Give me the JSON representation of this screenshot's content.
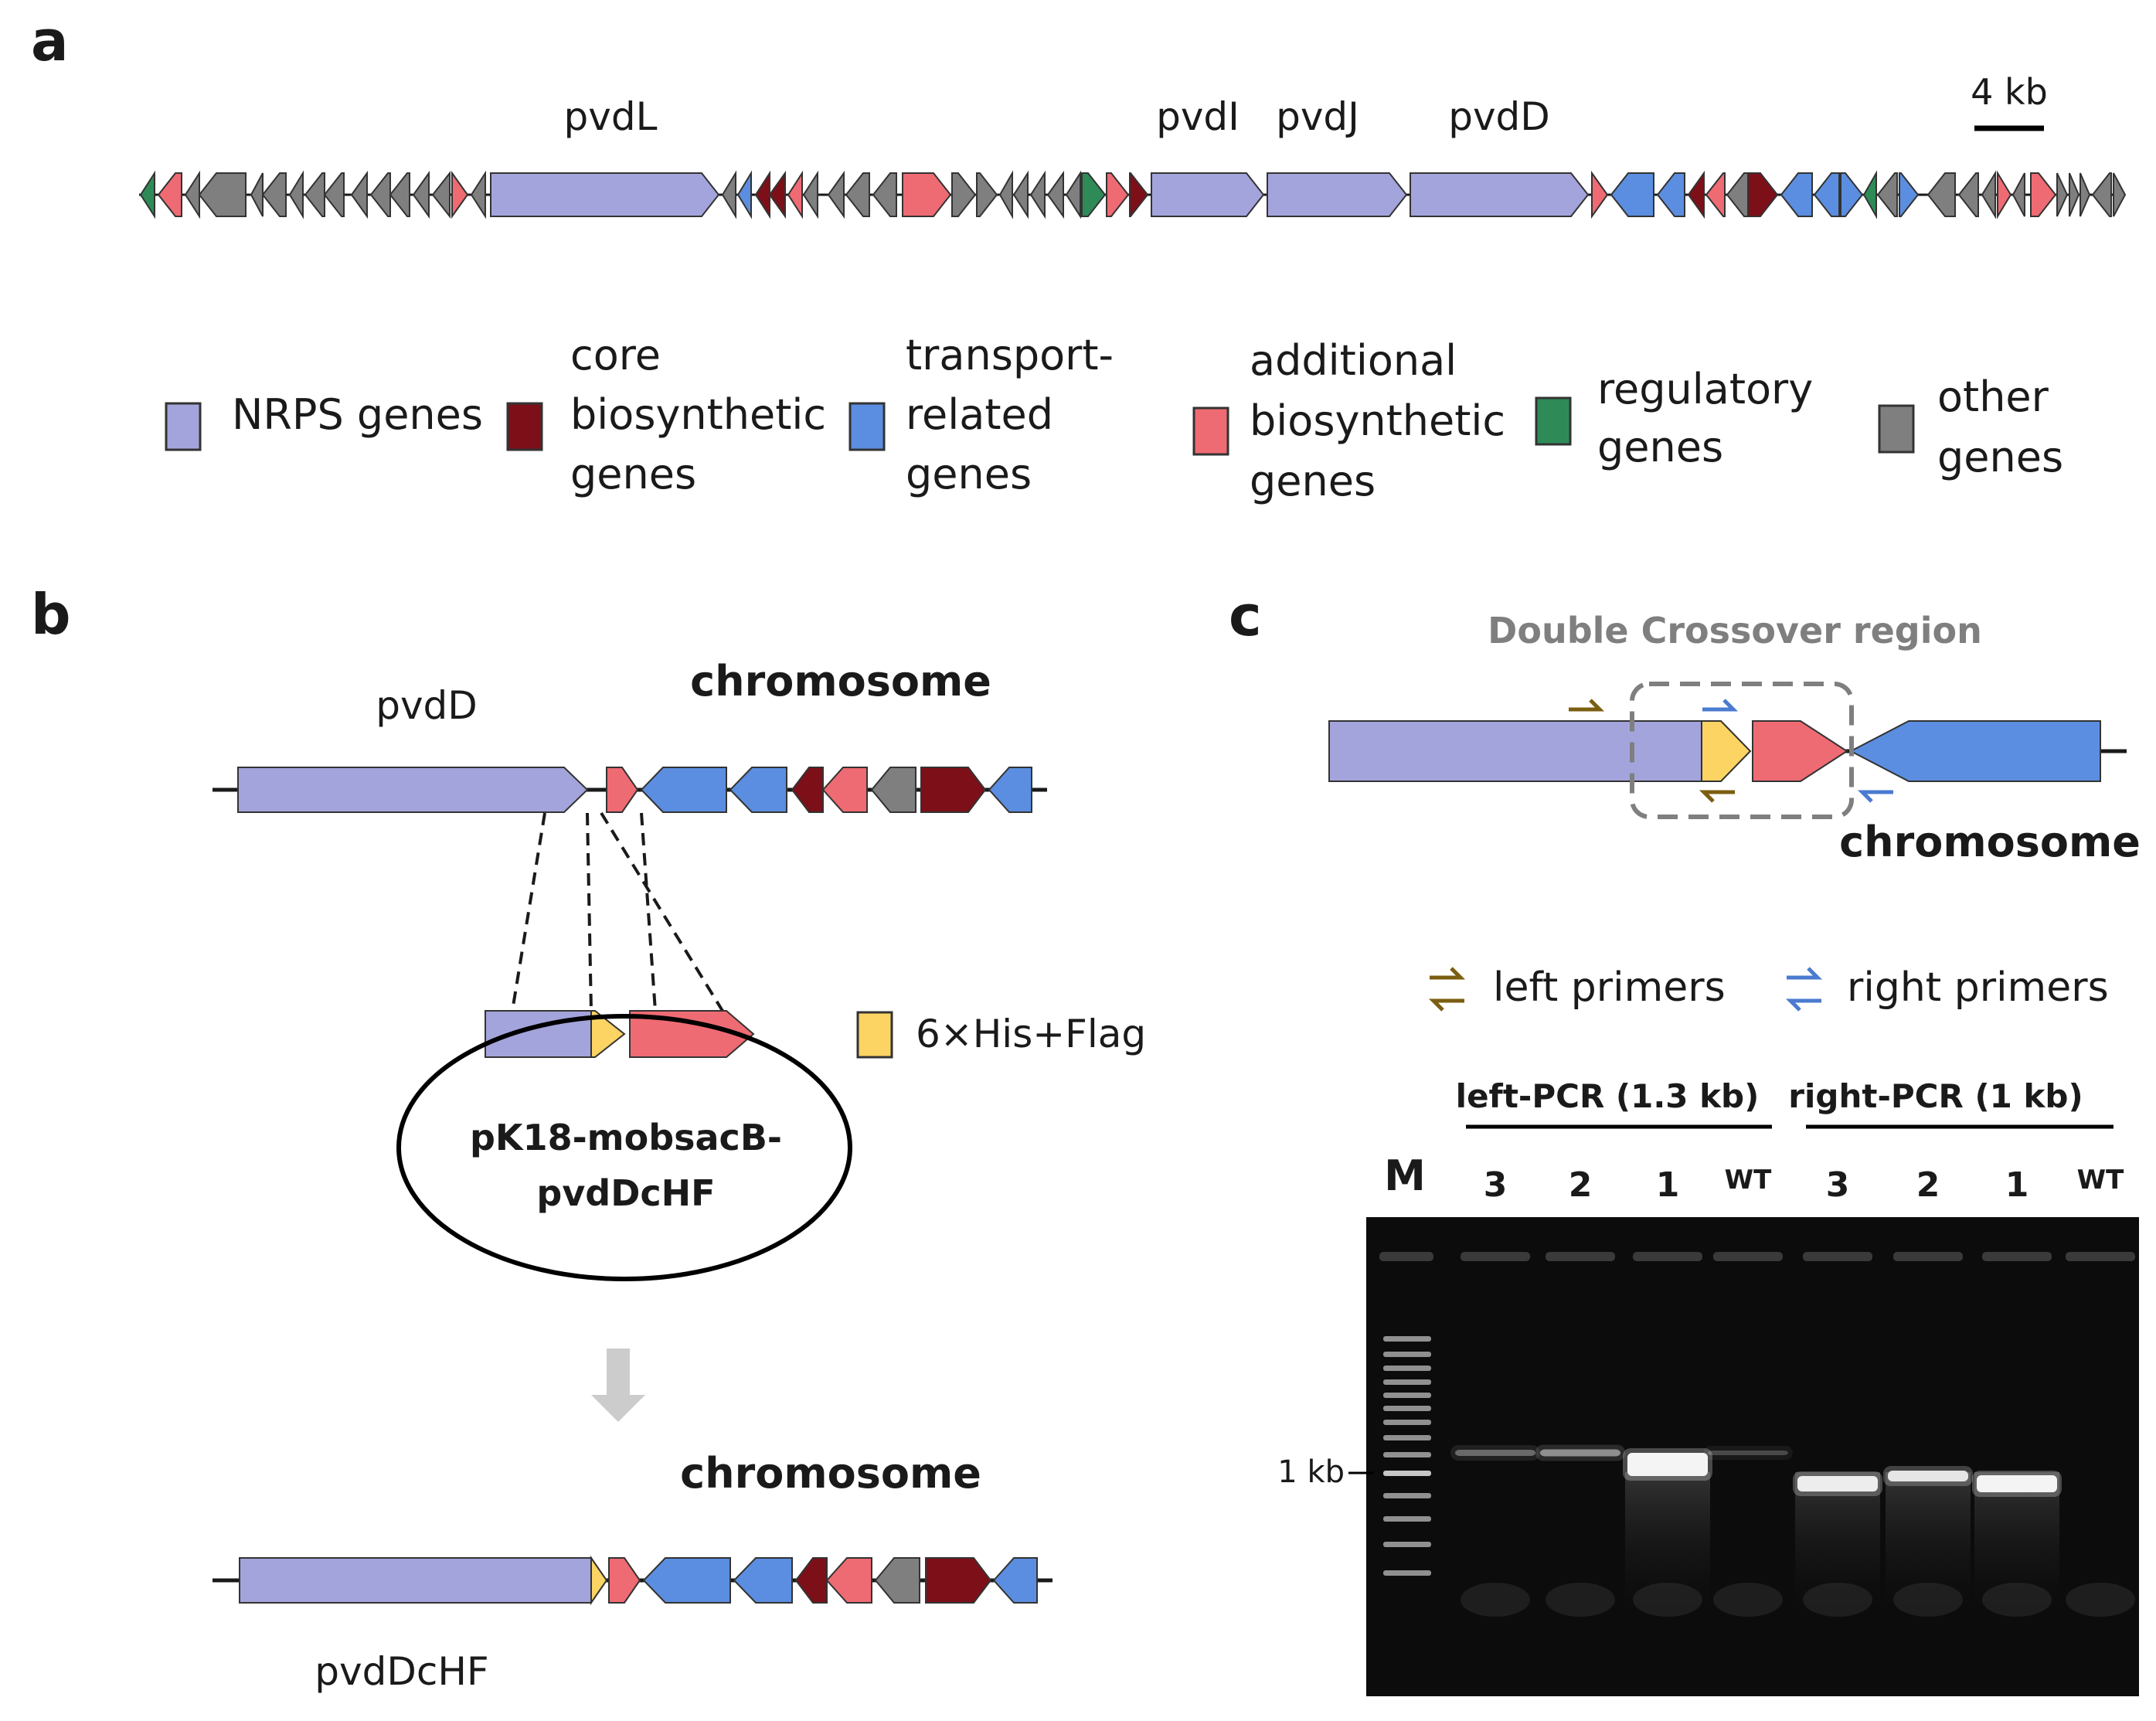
{
  "colors": {
    "nrps": "#a4a4dc",
    "core": "#7d0f18",
    "transport": "#5b8ee0",
    "additional": "#ef6b73",
    "regulatory": "#2e8b57",
    "other": "#7f7f7f",
    "tag": "#fcd463",
    "primer_left": "#7b5e10",
    "primer_right": "#4a7bd0",
    "gel_bg": "#0c0c0c",
    "arrow_grey": "#cccccc",
    "dashed_box": "#7f7f7f"
  },
  "panel_a": {
    "letter": "a",
    "gene_labels": [
      "pvdL",
      "pvdI",
      "pvdJ",
      "pvdD"
    ],
    "scale_label": "4 kb",
    "legend": [
      {
        "key": "nrps",
        "lines": [
          "NRPS genes"
        ]
      },
      {
        "key": "core",
        "lines": [
          "core",
          "biosynthetic",
          "genes"
        ]
      },
      {
        "key": "transport",
        "lines": [
          "transport-",
          "related",
          "genes"
        ]
      },
      {
        "key": "additional",
        "lines": [
          "additional",
          "biosynthetic",
          "genes"
        ]
      },
      {
        "key": "regulatory",
        "lines": [
          "regulatory",
          "genes"
        ]
      },
      {
        "key": "other",
        "lines": [
          "other",
          "genes"
        ]
      }
    ]
  },
  "panel_b": {
    "letter": "b",
    "pvdD_label": "pvdD",
    "chromosome_label": "chromosome",
    "tag_legend": "6×His+Flag",
    "plasmid_label": [
      "pK18-mobsacB-",
      "pvdDcHF"
    ],
    "chromosome_label_2": "chromosome",
    "result_label": "pvdDcHF"
  },
  "panel_c": {
    "letter": "c",
    "region_label": "Double Crossover region",
    "chromosome_label": "chromosome",
    "left_primers": "left primers",
    "right_primers": "right primers",
    "left_pcr": "left-PCR (1.3 kb)",
    "right_pcr": "right-PCR (1 kb)",
    "marker_label": "M",
    "lanes": [
      "3",
      "2",
      "1",
      "WT",
      "3",
      "2",
      "1",
      "WT"
    ],
    "size_marker": "1 kb"
  }
}
